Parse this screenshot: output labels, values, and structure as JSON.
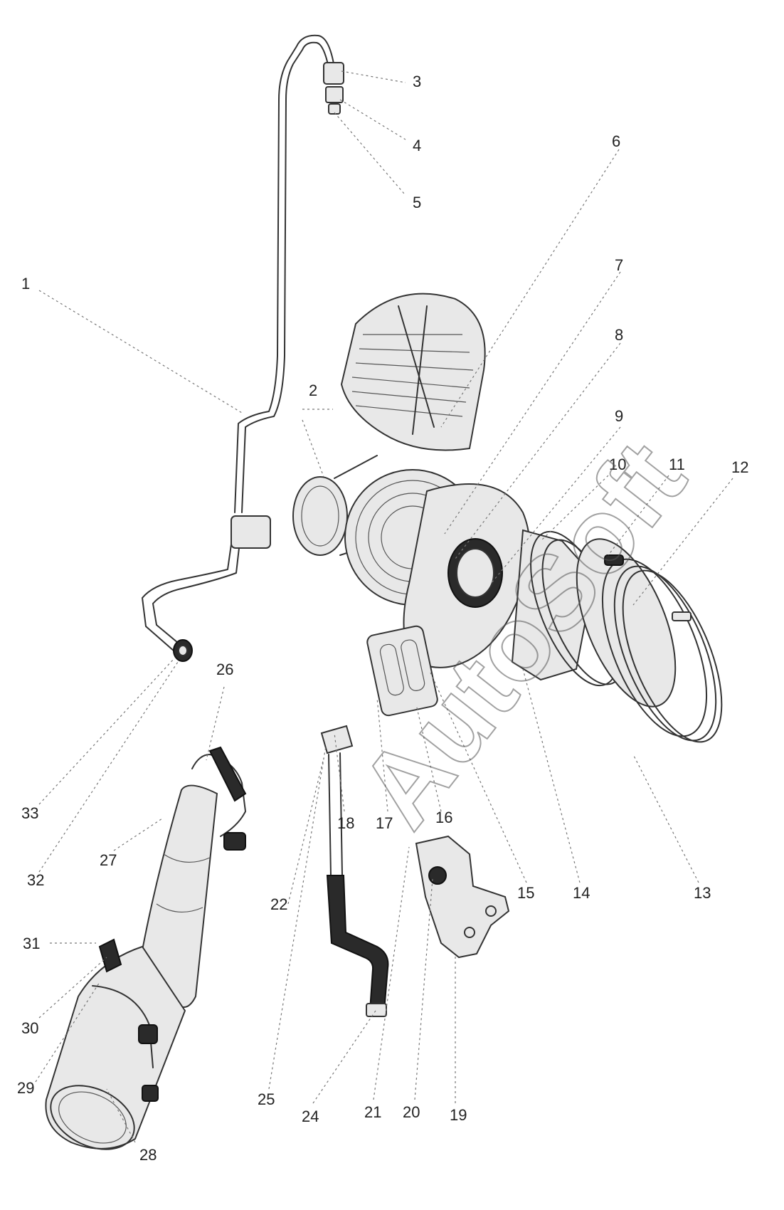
{
  "diagram": {
    "callouts": [
      {
        "id": "1",
        "label": "1"
      },
      {
        "id": "2",
        "label": "2"
      },
      {
        "id": "3",
        "label": "3"
      },
      {
        "id": "4",
        "label": "4"
      },
      {
        "id": "5",
        "label": "5"
      },
      {
        "id": "6",
        "label": "6"
      },
      {
        "id": "7",
        "label": "7"
      },
      {
        "id": "8",
        "label": "8"
      },
      {
        "id": "9",
        "label": "9"
      },
      {
        "id": "10",
        "label": "10"
      },
      {
        "id": "11",
        "label": "11"
      },
      {
        "id": "12",
        "label": "12"
      },
      {
        "id": "13",
        "label": "13"
      },
      {
        "id": "14",
        "label": "14"
      },
      {
        "id": "15",
        "label": "15"
      },
      {
        "id": "16",
        "label": "16"
      },
      {
        "id": "17",
        "label": "17"
      },
      {
        "id": "18",
        "label": "18"
      },
      {
        "id": "19",
        "label": "19"
      },
      {
        "id": "20",
        "label": "20"
      },
      {
        "id": "21",
        "label": "21"
      },
      {
        "id": "22",
        "label": "22"
      },
      {
        "id": "24",
        "label": "24"
      },
      {
        "id": "25",
        "label": "25"
      },
      {
        "id": "26",
        "label": "26"
      },
      {
        "id": "27",
        "label": "27"
      },
      {
        "id": "28",
        "label": "28"
      },
      {
        "id": "29",
        "label": "29"
      },
      {
        "id": "30",
        "label": "30"
      },
      {
        "id": "31",
        "label": "31"
      },
      {
        "id": "32",
        "label": "32"
      },
      {
        "id": "33",
        "label": "33"
      }
    ]
  },
  "watermark": {
    "text": "AutoSoft"
  }
}
